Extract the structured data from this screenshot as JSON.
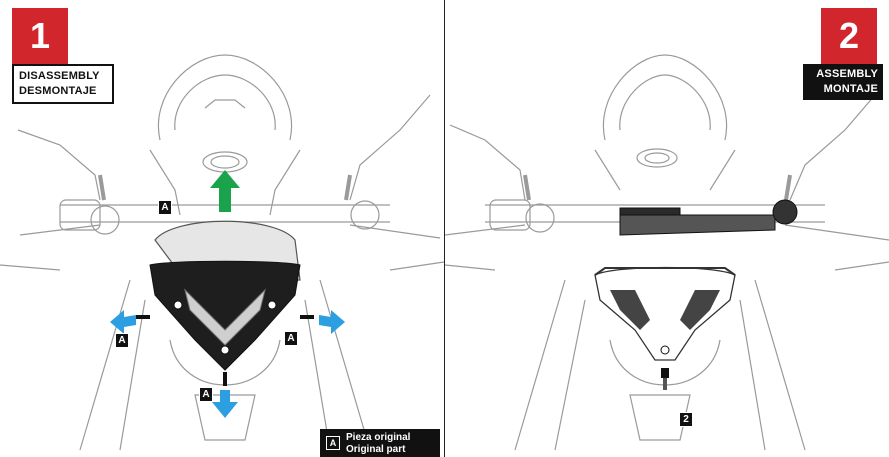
{
  "steps": [
    {
      "number": "1",
      "title_line1": "DISASSEMBLY",
      "title_line2": "DESMONTAJE"
    },
    {
      "number": "2",
      "title_line1": "ASSEMBLY",
      "title_line2": "MONTAJE"
    }
  ],
  "callouts": {
    "part_a": "A",
    "part_2": "2"
  },
  "legend": {
    "key": "A",
    "line1": "Pieza original",
    "line2": "Original part"
  },
  "colors": {
    "step_badge": "#d1262c",
    "arrow_up": "#1aa34a",
    "arrow_out": "#2b9fe0"
  },
  "icons": [
    "arrow-up-icon",
    "arrow-down-icon",
    "arrow-left-icon",
    "arrow-right-icon",
    "screw-icon"
  ]
}
